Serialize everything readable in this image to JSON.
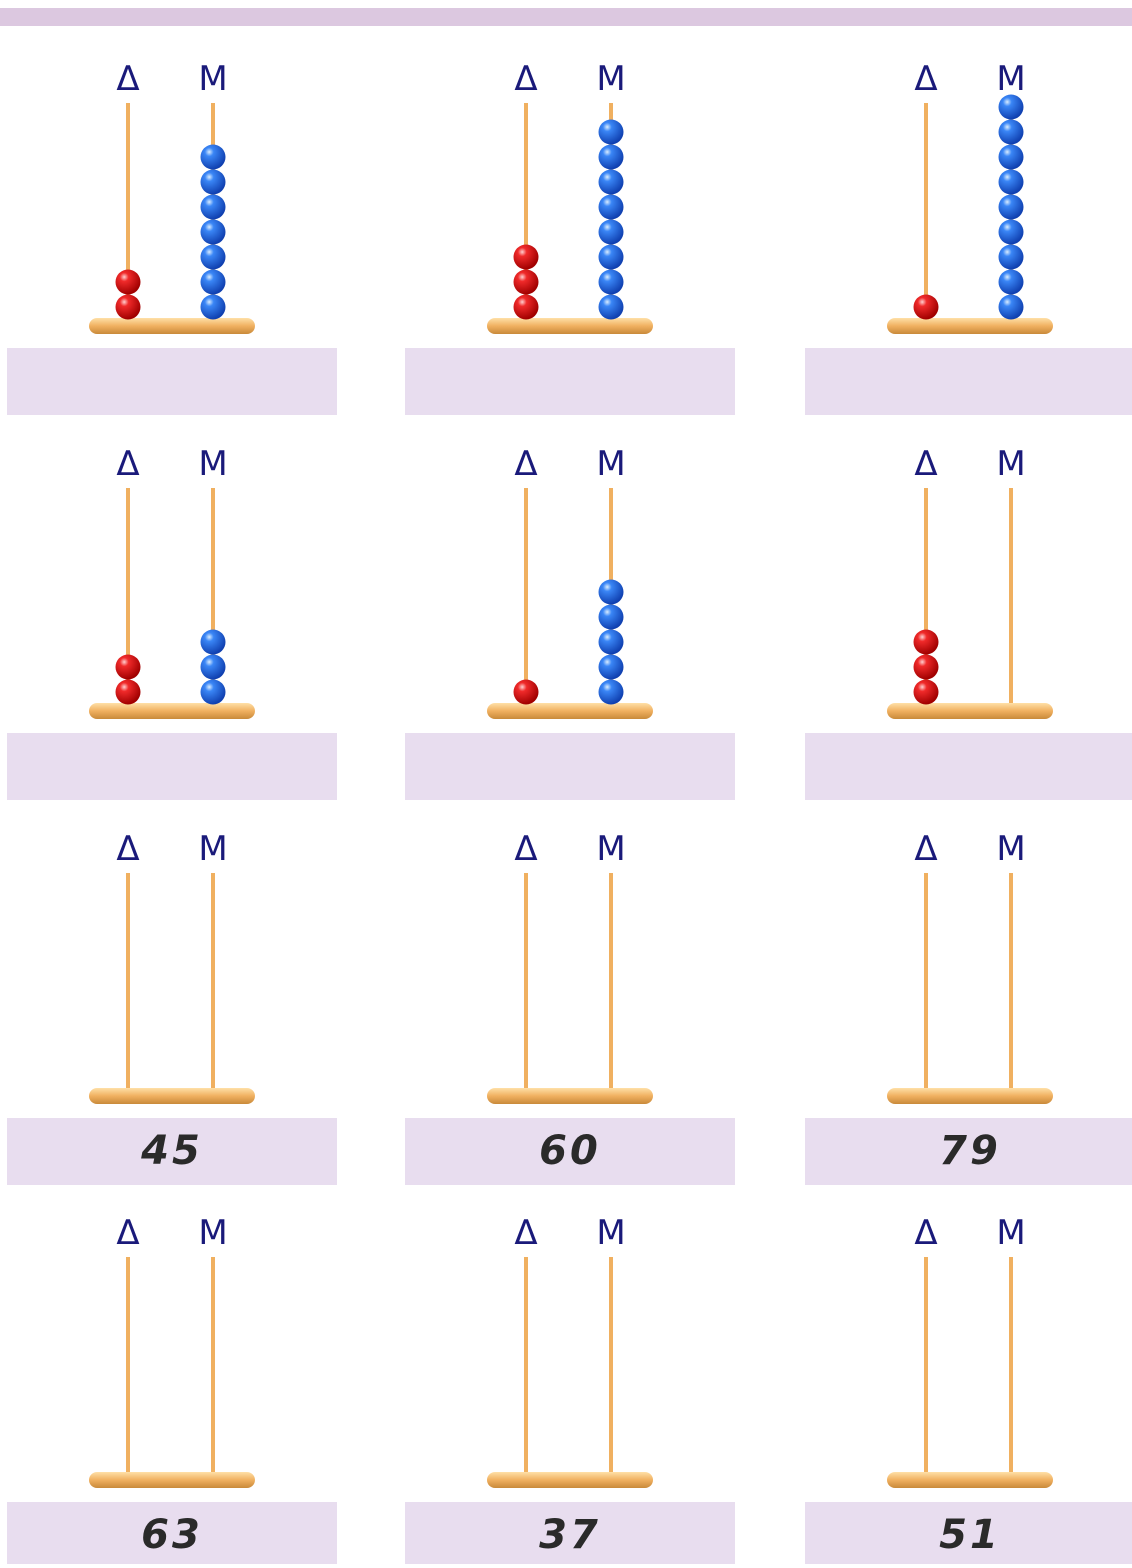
{
  "page": {
    "accent_color": "#dcc8e0",
    "box_color": "#e8ddef"
  },
  "abaci": [
    {
      "tens_label": "Δ",
      "units_label": "Μ",
      "tens": 2,
      "units": 7,
      "answer": ""
    },
    {
      "tens_label": "Δ",
      "units_label": "Μ",
      "tens": 3,
      "units": 8,
      "answer": ""
    },
    {
      "tens_label": "Δ",
      "units_label": "Μ",
      "tens": 1,
      "units": 9,
      "answer": ""
    },
    {
      "tens_label": "Δ",
      "units_label": "Μ",
      "tens": 2,
      "units": 3,
      "answer": ""
    },
    {
      "tens_label": "Δ",
      "units_label": "Μ",
      "tens": 1,
      "units": 5,
      "answer": ""
    },
    {
      "tens_label": "Δ",
      "units_label": "Μ",
      "tens": 3,
      "units": 0,
      "answer": ""
    },
    {
      "tens_label": "Δ",
      "units_label": "Μ",
      "tens": 0,
      "units": 0,
      "answer": "45"
    },
    {
      "tens_label": "Δ",
      "units_label": "Μ",
      "tens": 0,
      "units": 0,
      "answer": "60"
    },
    {
      "tens_label": "Δ",
      "units_label": "Μ",
      "tens": 0,
      "units": 0,
      "answer": "79"
    },
    {
      "tens_label": "Δ",
      "units_label": "Μ",
      "tens": 0,
      "units": 0,
      "answer": "63"
    },
    {
      "tens_label": "Δ",
      "units_label": "Μ",
      "tens": 0,
      "units": 0,
      "answer": "37"
    },
    {
      "tens_label": "Δ",
      "units_label": "Μ",
      "tens": 0,
      "units": 0,
      "answer": "51"
    }
  ],
  "colors": {
    "tens_bead": "#e01818",
    "units_bead": "#2f78f0",
    "rod": "#f0b060",
    "base": "#eeaa58"
  }
}
